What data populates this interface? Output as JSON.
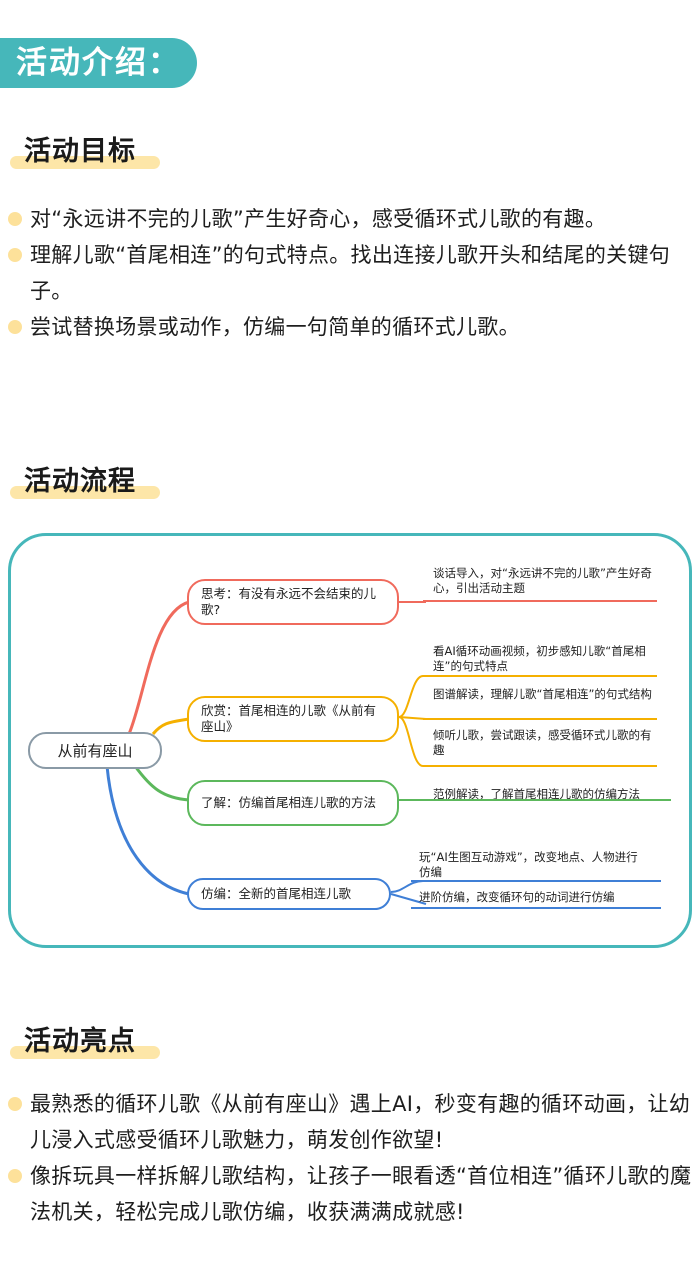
{
  "intro_badge": "活动介绍：",
  "goals": {
    "heading": "活动目标",
    "items": [
      "对“永远讲不完的儿歌”产生好奇心，感受循环式儿歌的有趣。",
      "理解儿歌“首尾相连”的句式特点。找出连接儿歌开头和结尾的关键句子。",
      "尝试替换场景或动作，仿编一句简单的循环式儿歌。"
    ]
  },
  "process": {
    "heading": "活动流程",
    "mindmap": {
      "root": "从前有座山",
      "branches": [
        {
          "label": "思考：有没有永远不会结束的儿歌?",
          "color": "#f06a5c",
          "leaves": [
            "谈话导入，对“永远讲不完的儿歌”产生好奇心，引出活动主题"
          ]
        },
        {
          "label": "欣赏：首尾相连的儿歌《从前有座山》",
          "color": "#f5b000",
          "leaves": [
            "看AI循环动画视频，初步感知儿歌“首尾相连”的句式特点",
            "图谱解读，理解儿歌“首尾相连”的句式结构",
            "倾听儿歌，尝试跟读，感受循环式儿歌的有趣"
          ]
        },
        {
          "label": "了解：仿编首尾相连儿歌的方法",
          "color": "#5cb85c",
          "leaves": [
            "范例解读，了解首尾相连儿歌的仿编方法"
          ]
        },
        {
          "label": "仿编：全新的首尾相连儿歌",
          "color": "#3f7fd6",
          "leaves": [
            "玩“AI生图互动游戏”，改变地点、人物进行仿编",
            "进阶仿编，改变循环句的动词进行仿编"
          ]
        }
      ]
    }
  },
  "highlights": {
    "heading": "活动亮点",
    "items": [
      "最熟悉的循环儿歌《从前有座山》遇上AI，秒变有趣的循环动画，让幼儿浸入式感受循环儿歌魅力，萌发创作欲望!",
      "像拆玩具一样拆解儿歌结构，让孩子一眼看透“首位相连”循环儿歌的魔法机关，轻松完成儿歌仿编，收获满满成就感!"
    ]
  },
  "colors": {
    "accent_teal": "#46b7ba",
    "highlight_yellow": "#fde6a8",
    "bullet_dot": "#fde19a",
    "root_border": "#8a9aa6"
  }
}
